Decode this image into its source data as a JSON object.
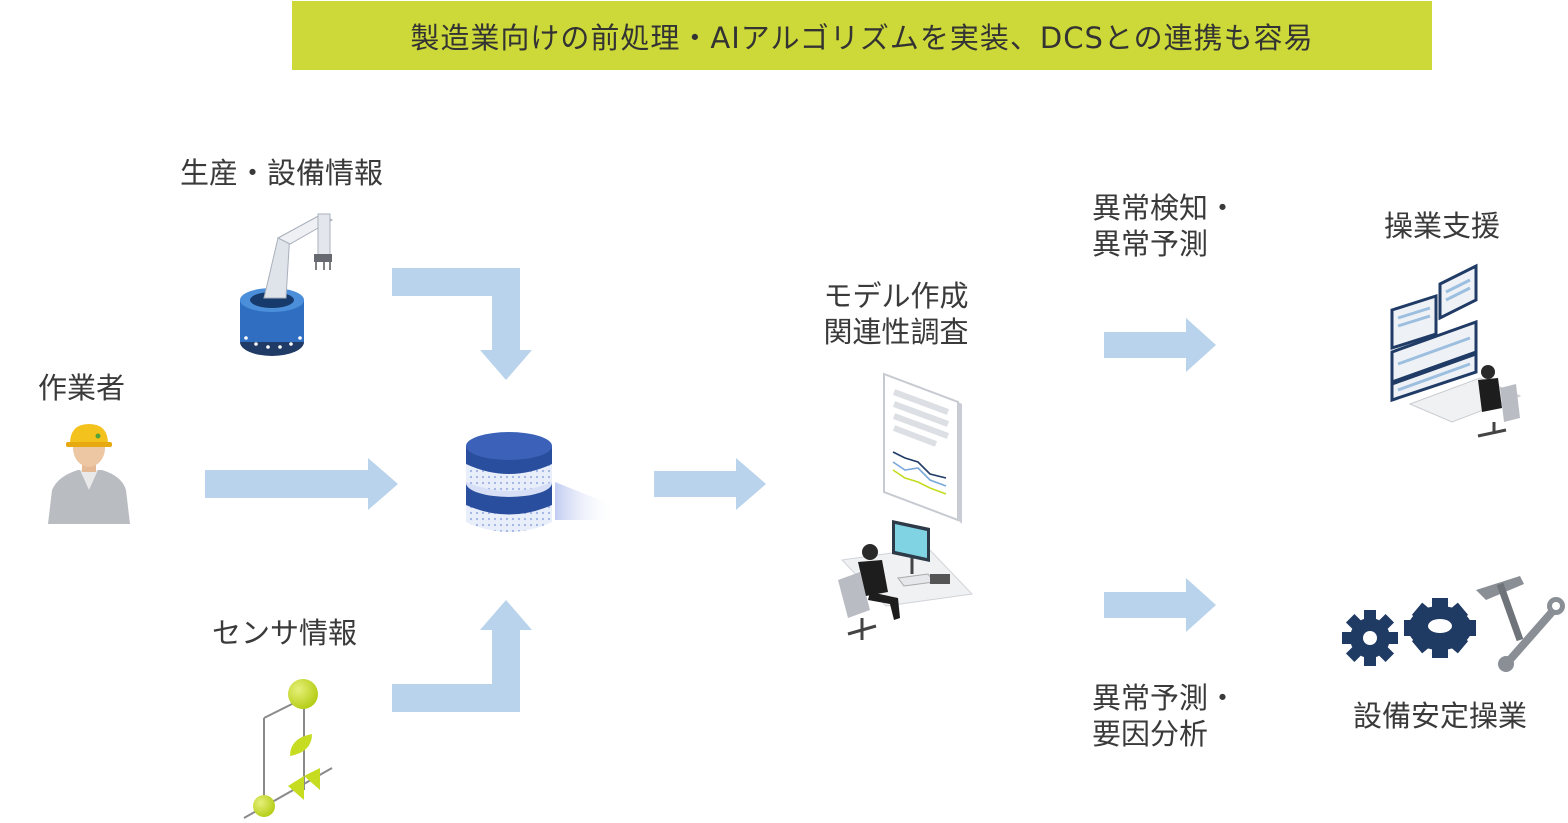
{
  "header": {
    "banner_text": "製造業向けの前処理・AIアルゴリズムを実装、DCSとの連携も容易"
  },
  "inputs": {
    "production_info": "生産・設備情報",
    "worker": "作業者",
    "sensor_info": "センサ情報"
  },
  "analysis": {
    "line1": "モデル作成",
    "line2": "関連性調査"
  },
  "branch_top": {
    "label_line1": "異常検知・",
    "label_line2": "異常予測",
    "result": "操業支援"
  },
  "branch_bottom": {
    "label_line1": "異常予測・",
    "label_line2": "要因分析",
    "result": "設備安定操業"
  },
  "colors": {
    "banner": "#cdd938",
    "arrow": "#b8d3eb",
    "database": "#2a4e9e",
    "sensor": "#c5dc21",
    "equipment": "#203b63"
  },
  "icons": [
    "robot-arm-icon",
    "worker-icon",
    "sensor-icon",
    "database-icon",
    "report-workstation-icon",
    "monitoring-desk-icon",
    "gears-tools-icon"
  ]
}
